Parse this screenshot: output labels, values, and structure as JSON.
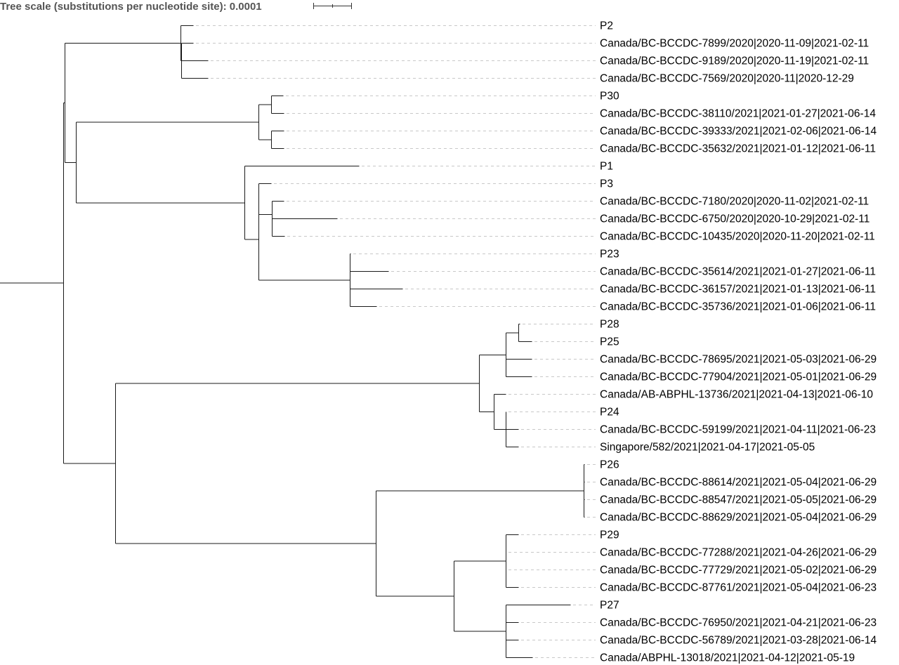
{
  "scale": {
    "label": "Tree scale (substitutions per nucleotide site):",
    "value": "0.0001"
  },
  "tips": [
    "P2",
    "Canada/BC-BCCDC-7899/2020|2020-11-09|2021-02-11",
    "Canada/BC-BCCDC-9189/2020|2020-11-19|2021-02-11",
    "Canada/BC-BCCDC-7569/2020|2020-11|2020-12-29",
    "P30",
    "Canada/BC-BCCDC-38110/2021|2021-01-27|2021-06-14",
    "Canada/BC-BCCDC-39333/2021|2021-02-06|2021-06-14",
    "Canada/BC-BCCDC-35632/2021|2021-01-12|2021-06-11",
    "P1",
    "P3",
    "Canada/BC-BCCDC-7180/2020|2020-11-02|2021-02-11",
    "Canada/BC-BCCDC-6750/2020|2020-10-29|2021-02-11",
    "Canada/BC-BCCDC-10435/2020|2020-11-20|2021-02-11",
    "P23",
    "Canada/BC-BCCDC-35614/2021|2021-01-27|2021-06-11",
    "Canada/BC-BCCDC-36157/2021|2021-01-13|2021-06-11",
    "Canada/BC-BCCDC-35736/2021|2021-01-06|2021-06-11",
    "P28",
    "P25",
    "Canada/BC-BCCDC-78695/2021|2021-05-03|2021-06-29",
    "Canada/BC-BCCDC-77904/2021|2021-05-01|2021-06-29",
    "Canada/AB-ABPHL-13736/2021|2021-04-13|2021-06-10",
    "P24",
    "Canada/BC-BCCDC-59199/2021|2021-04-11|2021-06-23",
    "Singapore/582/2021|2021-04-17|2021-05-05",
    "P26",
    "Canada/BC-BCCDC-88614/2021|2021-05-04|2021-06-29",
    "Canada/BC-BCCDC-88547/2021|2021-05-05|2021-06-29",
    "Canada/BC-BCCDC-88629/2021|2021-05-04|2021-06-29",
    "P29",
    "Canada/BC-BCCDC-77288/2021|2021-04-26|2021-06-29",
    "Canada/BC-BCCDC-77729/2021|2021-05-02|2021-06-29",
    "Canada/BC-BCCDC-87761/2021|2021-05-04|2021-06-23",
    "P27",
    "Canada/BC-BCCDC-76950/2021|2021-04-21|2021-06-23",
    "Canada/BC-BCCDC-56789/2021|2021-03-28|2021-06-14",
    "Canada/ABPHL-13018/2021|2021-04-12|2021-05-19"
  ]
}
